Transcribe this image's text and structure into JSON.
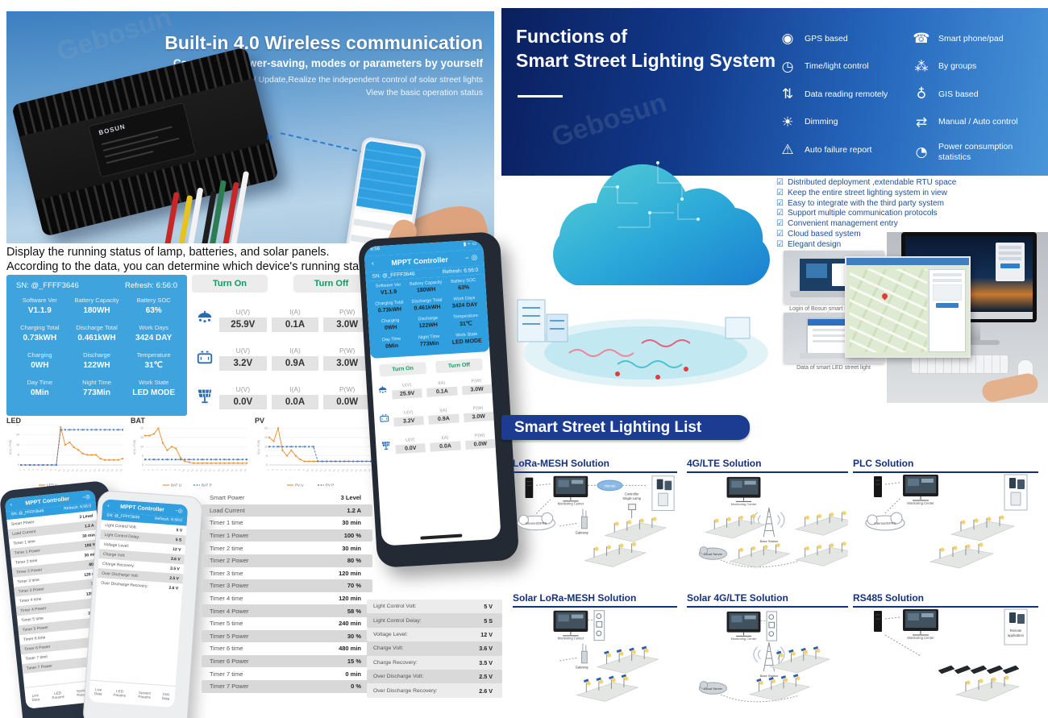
{
  "banner": {
    "title": "Built-in 4.0 Wireless communication",
    "subtitle": "Can set the power-saving, modes or parameters by yourself",
    "line3": "Button ON / OFF / Update,Realize the independent control of solar street lights",
    "line4": "View the basic operation status",
    "device_logo": "BOSUN"
  },
  "watermark": "Gebosun",
  "intro": {
    "line1": "Display the running status of lamp, batteries, and solar panels.",
    "line2": "According to the data, you can determine which device's running status is abnormal"
  },
  "status_panel": {
    "sn": "SN: @_FFFF3646",
    "refresh": "Refresh: 6:56:0",
    "cells": [
      {
        "label": "Software Ver",
        "value": "V1.1.9"
      },
      {
        "label": "Battery Capacity",
        "value": "180WH"
      },
      {
        "label": "Battery SOC",
        "value": "63%"
      },
      {
        "label": "Charging Total",
        "value": "0.73kWH"
      },
      {
        "label": "Discharge Total",
        "value": "0.461kWH"
      },
      {
        "label": "Work Days",
        "value": "3424 DAY"
      },
      {
        "label": "Charging",
        "value": "0WH"
      },
      {
        "label": "Discharge",
        "value": "122WH"
      },
      {
        "label": "Temperature",
        "value": "31℃"
      },
      {
        "label": "Day Time",
        "value": "0Min"
      },
      {
        "label": "Night Time",
        "value": "773Min"
      },
      {
        "label": "Work State",
        "value": "LED MODE"
      }
    ]
  },
  "controls": {
    "turn_on": "Turn On",
    "turn_off": "Turn Off",
    "col_headers": [
      "U(V)",
      "I(A)",
      "P(W)"
    ],
    "readings": [
      {
        "icon": "street-lamp-icon",
        "u": "25.9V",
        "i": "0.1A",
        "p": "3.0W"
      },
      {
        "icon": "battery-icon",
        "u": "3.2V",
        "i": "0.9A",
        "p": "3.0W"
      },
      {
        "icon": "solar-panel-icon",
        "u": "0.0V",
        "i": "0.0A",
        "p": "0.0W"
      }
    ]
  },
  "chart_data": [
    {
      "type": "line",
      "title": "LED",
      "ylabel": "U(V) / P(W)",
      "ylim": [
        0,
        32
      ],
      "yticks": [
        0,
        8,
        16,
        24,
        32
      ],
      "x_count": 24,
      "grid": true,
      "legend_position": "bottom",
      "series": [
        {
          "name": "LED U",
          "color": "#e8963c",
          "dash": false,
          "values": [
            0,
            0,
            0,
            0,
            0,
            0,
            0,
            0,
            0,
            30,
            16,
            18,
            14,
            12,
            9,
            8,
            8,
            8,
            5,
            4,
            4,
            4,
            4,
            5
          ]
        },
        {
          "name": "LED P",
          "color": "#4f7bc7",
          "dash": true,
          "values": [
            0,
            0,
            0,
            0,
            0,
            0,
            0,
            0,
            0,
            28,
            28,
            28,
            28,
            28,
            28,
            28,
            28,
            28,
            28,
            28,
            28,
            28,
            28,
            28
          ]
        }
      ]
    },
    {
      "type": "line",
      "title": "BAT",
      "ylabel": "U(V) / P(W)",
      "ylim": [
        0,
        22
      ],
      "yticks": [
        0,
        5,
        10,
        15,
        20
      ],
      "x_count": 24,
      "grid": true,
      "legend_position": "bottom",
      "series": [
        {
          "name": "BAT U",
          "color": "#e8963c",
          "dash": false,
          "values": [
            16,
            16,
            17,
            20,
            12,
            8,
            10,
            9,
            4,
            2,
            1.5,
            1,
            1,
            1,
            1,
            1,
            1,
            1,
            1,
            1,
            1,
            1,
            1,
            1
          ]
        },
        {
          "name": "BAT P",
          "color": "#4f7bc7",
          "dash": true,
          "values": [
            3,
            3,
            3,
            3,
            3,
            3,
            3,
            3,
            3,
            3,
            3,
            3,
            3,
            3,
            3,
            3,
            3,
            3,
            3,
            3,
            3,
            3,
            3,
            3
          ]
        }
      ]
    },
    {
      "type": "line",
      "title": "PV",
      "ylabel": "U(V) / P(W)",
      "ylim": [
        0,
        22
      ],
      "yticks": [
        0,
        5,
        10,
        15,
        20
      ],
      "x_count": 24,
      "grid": true,
      "legend_position": "bottom",
      "series": [
        {
          "name": "PV U",
          "color": "#e8963c",
          "dash": false,
          "values": [
            15,
            13,
            20,
            8,
            5,
            8,
            5,
            3,
            2,
            2,
            2,
            2,
            2,
            2,
            2,
            2,
            2,
            2,
            2,
            2,
            2,
            2,
            2,
            2
          ]
        },
        {
          "name": "PV P",
          "color": "#4f7bc7",
          "dash": true,
          "values": [
            10,
            10,
            10,
            10,
            10,
            10,
            10,
            10,
            10,
            10,
            10,
            2,
            2,
            2,
            2,
            2,
            2,
            2,
            2,
            2,
            2,
            2,
            2,
            2
          ]
        }
      ]
    }
  ],
  "phone_app": {
    "title": "MPPT Controller",
    "tabs": [
      "Live Data",
      "LED Params",
      "System Params",
      "24H Data"
    ]
  },
  "timer_table": [
    {
      "label": "Smart Power",
      "value": "3 Level"
    },
    {
      "label": "Load Current",
      "value": "1.2 A"
    },
    {
      "label": "Timer 1 time",
      "value": "30 min"
    },
    {
      "label": "Timer 1 Power",
      "value": "100 %"
    },
    {
      "label": "Timer 2 time",
      "value": "30 min"
    },
    {
      "label": "Timer 2 Power",
      "value": "80 %"
    },
    {
      "label": "Timer 3 time",
      "value": "120 min"
    },
    {
      "label": "Timer 3 Power",
      "value": "70 %"
    },
    {
      "label": "Timer 4 time",
      "value": "120 min"
    },
    {
      "label": "Timer 4 Power",
      "value": "58 %"
    },
    {
      "label": "Timer 5 time",
      "value": "240 min"
    },
    {
      "label": "Timer 5 Power",
      "value": "30 %"
    },
    {
      "label": "Timer 6 time",
      "value": "480 min"
    },
    {
      "label": "Timer 6 Power",
      "value": "15 %"
    },
    {
      "label": "Timer 7 time",
      "value": "0 min"
    },
    {
      "label": "Timer 7 Power",
      "value": "0 %"
    }
  ],
  "system_table": [
    {
      "label": "Light Control Volt:",
      "value": "5 V"
    },
    {
      "label": "Light Control Delay:",
      "value": "5 S"
    },
    {
      "label": "Voltage Level:",
      "value": "12 V"
    },
    {
      "label": "Charge Volt:",
      "value": "3.6 V"
    },
    {
      "label": "Charge Recovery:",
      "value": "3.5 V"
    },
    {
      "label": "Over Discharge Volt:",
      "value": "2.5 V"
    },
    {
      "label": "Over Discharge Recovery:",
      "value": "2.6 V"
    }
  ],
  "functions_panel": {
    "title_line1": "Functions of",
    "title_line2": "Smart Street Lighting System",
    "items": [
      {
        "icon": "gps-icon",
        "label": "GPS based",
        "col": 1
      },
      {
        "icon": "time-light-icon",
        "label": "Time/light control",
        "col": 1
      },
      {
        "icon": "data-reading-icon",
        "label": "Data reading remotely",
        "col": 1
      },
      {
        "icon": "dimming-icon",
        "label": "Dimming",
        "col": 1
      },
      {
        "icon": "auto-failure-icon",
        "label": "Auto failure report",
        "col": 1
      },
      {
        "icon": "smart-phone-icon",
        "label": "Smart phone/pad",
        "col": 2
      },
      {
        "icon": "groups-icon",
        "label": "By groups",
        "col": 2
      },
      {
        "icon": "gis-icon",
        "label": "GIS based",
        "col": 2
      },
      {
        "icon": "manual-auto-icon",
        "label": "Manual / Auto control",
        "col": 2
      },
      {
        "icon": "power-stats-icon",
        "label": "Power consumption statistics",
        "col": 2
      }
    ]
  },
  "checklist": [
    "Distributed deployment ,extendable RTU space",
    "Keep the entire street lighting system in view",
    "Easy to integrate with the third party system",
    "Support multiple communication protocols",
    "Convenient management entry",
    "Cloud based system",
    "Elegant design"
  ],
  "photos": {
    "caption_login": "Login of Bosun smart street lighting operating system",
    "caption_data": "Data of smart LED street light"
  },
  "list_banner": "Smart Street Lighting List",
  "solutions": [
    {
      "title": "LoRa-MESH Solution",
      "components": [
        "Internet/GPRS",
        "Monitoring Center",
        "Internet",
        "Gateway",
        "Single Lamp Controller"
      ]
    },
    {
      "title": "4G/LTE Solution",
      "components": [
        "Monitoring Center",
        "Base Station",
        "Cloud Server"
      ]
    },
    {
      "title": "PLC Solution",
      "components": [
        "Internet/GPRS",
        "Monitoring Center"
      ]
    },
    {
      "title": "Solar LoRa-MESH Solution",
      "components": [
        "Monitoring Center",
        "Gateway"
      ]
    },
    {
      "title": "Solar 4G/LTE Solution",
      "components": [
        "Monitoring Center",
        "Base Station",
        "Cloud Server"
      ]
    },
    {
      "title": "RS485 Solution",
      "components": [
        "Monitoring Center",
        "Remote application"
      ]
    }
  ]
}
